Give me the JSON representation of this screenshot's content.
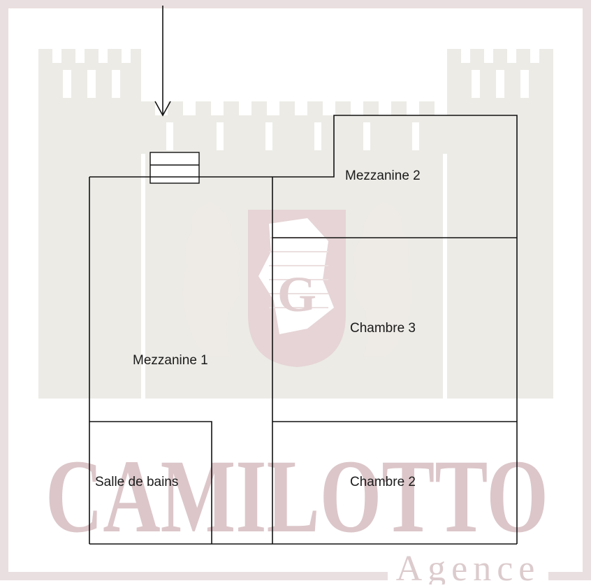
{
  "plan": {
    "rooms": [
      {
        "id": "mezzanine-2",
        "label": "Mezzanine 2"
      },
      {
        "id": "chambre-3",
        "label": "Chambre 3"
      },
      {
        "id": "mezzanine-1",
        "label": "Mezzanine 1"
      },
      {
        "id": "salle-de-bains",
        "label": "Salle de bains"
      },
      {
        "id": "chambre-2",
        "label": "Chambre 2"
      }
    ],
    "entrance_arrow": "down-arrow-icon",
    "stair_symbol": "stairs-icon"
  },
  "watermark": {
    "brand": "CAMILOTTO",
    "tagline": "Agence",
    "emblem": "crest-lions-france-icon",
    "color": "#d9c3c6",
    "tower_color": "#ecebe6"
  },
  "colors": {
    "wall": "#111111",
    "frame": "#eadfe0",
    "background": "#ffffff"
  }
}
